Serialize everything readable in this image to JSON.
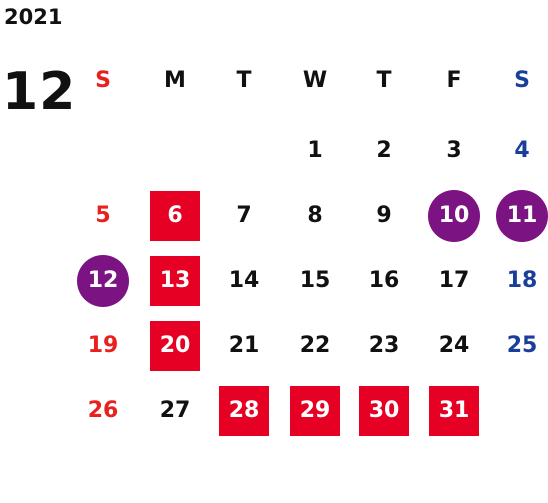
{
  "calendar": {
    "year": "2021",
    "month": "12",
    "weekdays": [
      "S",
      "M",
      "T",
      "W",
      "T",
      "F",
      "S"
    ],
    "weekday_colors": [
      "#e8201e",
      "#111111",
      "#111111",
      "#111111",
      "#111111",
      "#111111",
      "#1a3f9b"
    ],
    "day_colors": {
      "sunday": "#e8201e",
      "saturday": "#1a3f9b",
      "weekday": "#111111",
      "square_highlight": "#e60023",
      "circle_highlight": "#7b1482",
      "highlight_text": "#ffffff"
    },
    "weeks": [
      [
        {
          "day": ""
        },
        {
          "day": ""
        },
        {
          "day": ""
        },
        {
          "day": "1"
        },
        {
          "day": "2"
        },
        {
          "day": "3"
        },
        {
          "day": "4"
        }
      ],
      [
        {
          "day": "5"
        },
        {
          "day": "6",
          "mark": "square"
        },
        {
          "day": "7"
        },
        {
          "day": "8"
        },
        {
          "day": "9"
        },
        {
          "day": "10",
          "mark": "circle"
        },
        {
          "day": "11",
          "mark": "circle"
        }
      ],
      [
        {
          "day": "12",
          "mark": "circle"
        },
        {
          "day": "13",
          "mark": "square"
        },
        {
          "day": "14"
        },
        {
          "day": "15"
        },
        {
          "day": "16"
        },
        {
          "day": "17"
        },
        {
          "day": "18"
        }
      ],
      [
        {
          "day": "19"
        },
        {
          "day": "20",
          "mark": "square"
        },
        {
          "day": "21"
        },
        {
          "day": "22"
        },
        {
          "day": "23"
        },
        {
          "day": "24"
        },
        {
          "day": "25"
        }
      ],
      [
        {
          "day": "26"
        },
        {
          "day": "27"
        },
        {
          "day": "28",
          "mark": "square"
        },
        {
          "day": "29",
          "mark": "square"
        },
        {
          "day": "30",
          "mark": "square"
        },
        {
          "day": "31",
          "mark": "square"
        },
        {
          "day": ""
        }
      ]
    ]
  }
}
